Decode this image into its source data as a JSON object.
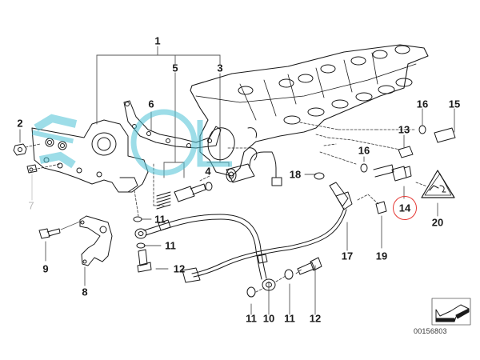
{
  "diagram": {
    "type": "exploded-parts-diagram",
    "diagram_number": "00156803",
    "highlighted_part": "14",
    "highlight_color": "#e53935",
    "line_color": "#1a1a1a",
    "watermark_color": "#4ec3d6",
    "watermark_text": "SOL",
    "callouts": [
      {
        "id": "c1",
        "label": "1"
      },
      {
        "id": "c2",
        "label": "2"
      },
      {
        "id": "c3",
        "label": "3"
      },
      {
        "id": "c4",
        "label": "4"
      },
      {
        "id": "c5",
        "label": "5"
      },
      {
        "id": "c6",
        "label": "6"
      },
      {
        "id": "c7",
        "label": "7"
      },
      {
        "id": "c8",
        "label": "8"
      },
      {
        "id": "c9",
        "label": "9"
      },
      {
        "id": "c10",
        "label": "10"
      },
      {
        "id": "c11a",
        "label": "11"
      },
      {
        "id": "c11b",
        "label": "11"
      },
      {
        "id": "c11c",
        "label": "11"
      },
      {
        "id": "c11d",
        "label": "11"
      },
      {
        "id": "c12a",
        "label": "12"
      },
      {
        "id": "c12b",
        "label": "12"
      },
      {
        "id": "c13",
        "label": "13"
      },
      {
        "id": "c14",
        "label": "14"
      },
      {
        "id": "c15",
        "label": "15"
      },
      {
        "id": "c16a",
        "label": "16"
      },
      {
        "id": "c16b",
        "label": "16"
      },
      {
        "id": "c17",
        "label": "17"
      },
      {
        "id": "c18",
        "label": "18"
      },
      {
        "id": "c19",
        "label": "19"
      },
      {
        "id": "c20",
        "label": "20"
      }
    ]
  }
}
